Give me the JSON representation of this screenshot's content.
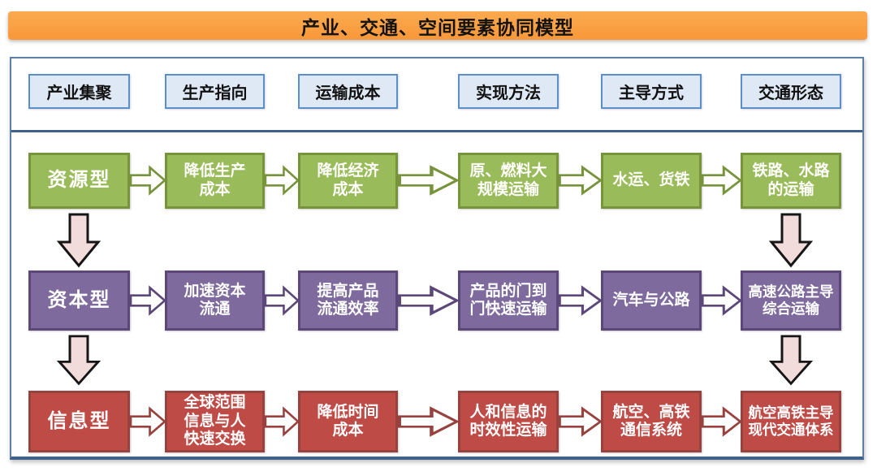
{
  "title": "产业、交通、空间要素协同模型",
  "colors": {
    "banner_orange": "#f99c3d",
    "frame_border_blue": "#41608a",
    "header_fill": "#dfe9f5",
    "header_border": "#5b8fc9",
    "row_green": "#9abb59",
    "row_green_border": "#77933c",
    "row_purple": "#7e6a9d",
    "row_purple_border": "#5b4778",
    "row_red": "#bf4b47",
    "row_red_border": "#97423e",
    "h_arrow_fill": "#ffffff",
    "v_arrow_fill": "#f2dcdb",
    "v_arrow_stroke": "#161616"
  },
  "headers": [
    "产业集聚",
    "生产指向",
    "运输成本",
    "实现方法",
    "主导方式",
    "交通形态"
  ],
  "rows": [
    {
      "theme": "green",
      "cells": [
        "资源型",
        "降低生产\n成本",
        "降低经济\n成本",
        "原、燃料大\n规模运输",
        "水运、货铁",
        "铁路、水路\n的运输"
      ]
    },
    {
      "theme": "purple",
      "cells": [
        "资本型",
        "加速资本\n流通",
        "提高产品\n流通效率",
        "产品的门到\n门快速运输",
        "汽车与公路",
        "高速公路主导\n综合运输"
      ]
    },
    {
      "theme": "red",
      "cells": [
        "信息型",
        "全球范围\n信息与人\n快速交换",
        "降低时间\n成本",
        "人和信息的\n时效性运输",
        "航空、高铁\n通信系统",
        "航空高铁主导\n现代交通体系"
      ]
    }
  ]
}
